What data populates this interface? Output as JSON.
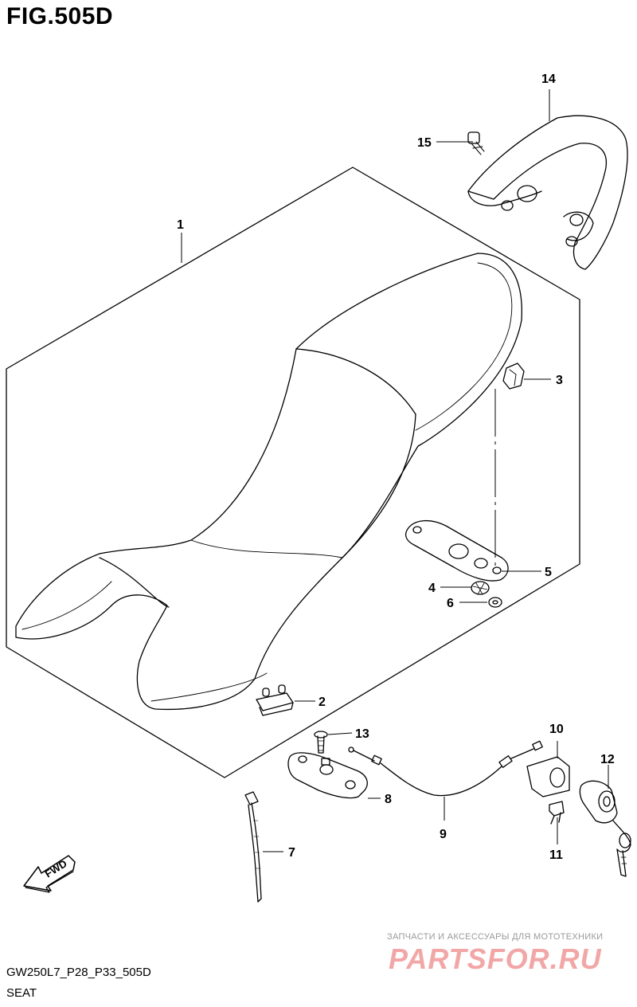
{
  "figure": {
    "title": "FIG.505D",
    "code": "GW250L7_P28_P33_505D",
    "name": "SEAT"
  },
  "callouts": [
    "1",
    "2",
    "3",
    "4",
    "5",
    "6",
    "7",
    "8",
    "9",
    "10",
    "11",
    "12",
    "13",
    "14",
    "15"
  ],
  "fwd_label": "FWD",
  "watermark": {
    "subtitle": "ЗАПЧАСТИ И АКСЕССУАРЫ ДЛЯ МОТОТЕХНИКИ",
    "main": "PARTSFOR.RU"
  },
  "colors": {
    "line": "#000000",
    "watermark_text": "#f2a7a7",
    "watermark_sub": "#9a9a9a"
  }
}
